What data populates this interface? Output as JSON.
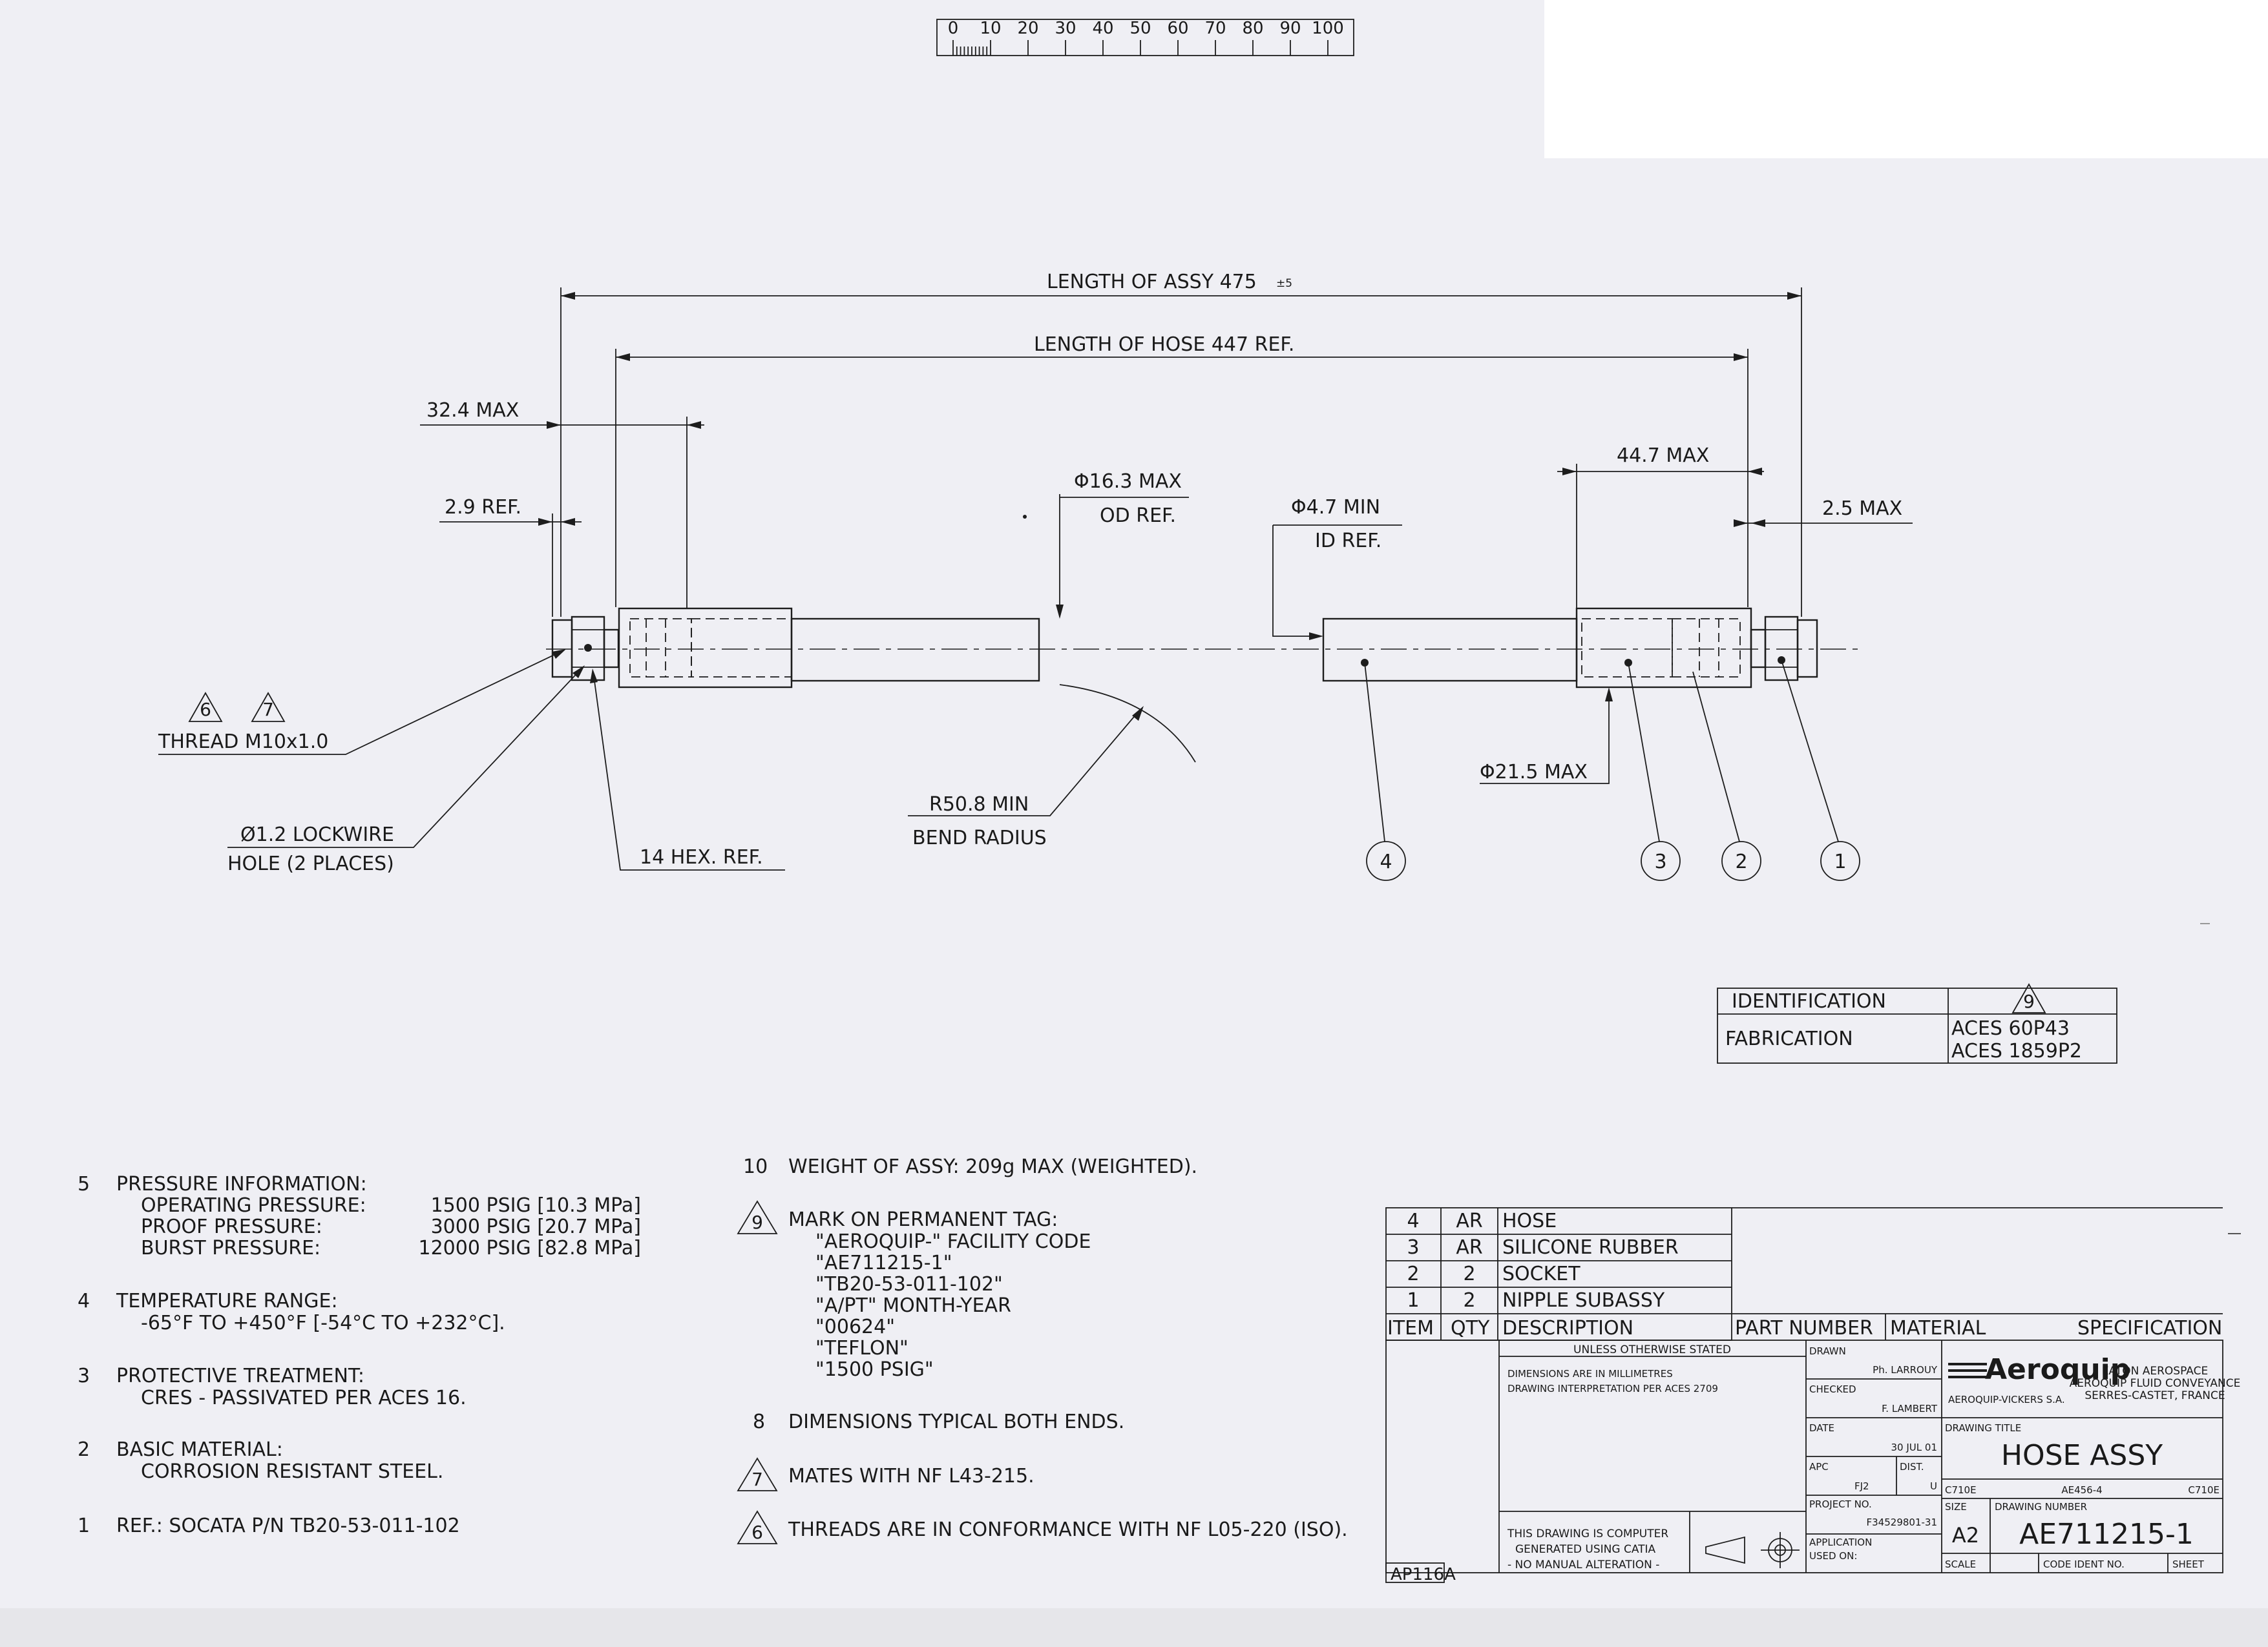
{
  "ruler": {
    "labels": [
      "0",
      "10",
      "20",
      "30",
      "40",
      "50",
      "60",
      "70",
      "80",
      "90",
      "100"
    ]
  },
  "dimensions": {
    "assy_length": "LENGTH OF ASSY 475",
    "assy_tol": "±5",
    "hose_length": "LENGTH OF HOSE 447 REF.",
    "left_socket_max": "32.4 MAX",
    "left_ref": "2.9 REF.",
    "od_max": "Φ16.3 MAX",
    "od_ref": "OD REF.",
    "id_min": "Φ4.7 MIN",
    "id_ref": "ID REF.",
    "right_socket_max": "44.7 MAX",
    "right_max": "2.5 MAX",
    "socket_dia": "Φ21.5 MAX",
    "bend_radius_1": "R50.8 MIN",
    "bend_radius_2": "BEND RADIUS",
    "thread": "THREAD M10x1.0",
    "lockwire_1": "Ø1.2 LOCKWIRE",
    "lockwire_2": "HOLE (2 PLACES)",
    "hex": "14 HEX. REF.",
    "flag_6": "6",
    "flag_7": "7"
  },
  "balloons": [
    "1",
    "2",
    "3",
    "4"
  ],
  "identification": {
    "row1_label": "IDENTIFICATION",
    "row1_flag": "9",
    "row2_label": "FABRICATION",
    "row2_value_1": "ACES 60P43",
    "row2_value_2": "ACES 1859P2"
  },
  "notes_left": {
    "n5_num": "5",
    "n5_title": "PRESSURE INFORMATION:",
    "n5_op_label": "OPERATING PRESSURE:",
    "n5_op_value": "1500 PSIG [10.3 MPa]",
    "n5_proof_label": "PROOF PRESSURE:",
    "n5_proof_value": "3000 PSIG [20.7 MPa]",
    "n5_burst_label": "BURST PRESSURE:",
    "n5_burst_value": "12000 PSIG [82.8 MPa]",
    "n4_num": "4",
    "n4_title": "TEMPERATURE RANGE:",
    "n4_value": "-65°F TO +450°F [-54°C TO +232°C].",
    "n3_num": "3",
    "n3_title": "PROTECTIVE TREATMENT:",
    "n3_value": "CRES - PASSIVATED PER ACES 16.",
    "n2_num": "2",
    "n2_title": "BASIC MATERIAL:",
    "n2_value": "CORROSION RESISTANT STEEL.",
    "n1_num": "1",
    "n1_value": "REF.: SOCATA P/N TB20-53-011-102"
  },
  "notes_mid": {
    "n10_num": "10",
    "n10_value": "WEIGHT OF ASSY: 209g MAX (WEIGHTED).",
    "n9_flag": "9",
    "n9_title": "MARK ON PERMANENT TAG:",
    "n9_lines": [
      "\"AEROQUIP-\" FACILITY CODE",
      "\"AE711215-1\"",
      "\"TB20-53-011-102\"",
      "\"A/PT\" MONTH-YEAR",
      "\"00624\"",
      "\"TEFLON\"",
      "\"1500 PSIG\""
    ],
    "n8_num": "8",
    "n8_value": "DIMENSIONS TYPICAL BOTH ENDS.",
    "n7_flag": "7",
    "n7_value": "MATES WITH NF L43-215.",
    "n6_flag": "6",
    "n6_value": "THREADS ARE IN CONFORMANCE WITH NF L05-220 (ISO)."
  },
  "parts_list": {
    "rows": [
      {
        "item": "4",
        "qty": "AR",
        "desc": "HOSE"
      },
      {
        "item": "3",
        "qty": "AR",
        "desc": "SILICONE RUBBER"
      },
      {
        "item": "2",
        "qty": "2",
        "desc": "SOCKET"
      },
      {
        "item": "1",
        "qty": "2",
        "desc": "NIPPLE SUBASSY"
      }
    ],
    "headers": [
      "ITEM",
      "QTY",
      "DESCRIPTION",
      "PART NUMBER",
      "MATERIAL",
      "SPECIFICATION"
    ]
  },
  "title_block": {
    "unless": "UNLESS OTHERWISE STATED",
    "dims_1": "DIMENSIONS ARE IN MILLIMETRES",
    "dims_2": "DRAWING INTERPRETATION PER ACES 2709",
    "catia_1": "THIS DRAWING IS COMPUTER",
    "catia_2": "GENERATED USING CATIA",
    "catia_3": "- NO MANUAL ALTERATION -",
    "drawn_label": "DRAWN",
    "drawn_value": "Ph. LARROUY",
    "checked_label": "CHECKED",
    "checked_value": "F. LAMBERT",
    "date_label": "DATE",
    "date_value": "30 JUL 01",
    "apc_label": "APC",
    "apc_value": "FJ2",
    "dist_label": "DIST.",
    "dist_value": "U",
    "project_label": "PROJECT NO.",
    "project_value": "F34529801-31",
    "application_label": "APPLICATION",
    "used_on_label": "USED ON:",
    "logo": "Aeroquip",
    "logo_sub": "AEROQUIP-VICKERS S.A.",
    "company_1": "EATON AEROSPACE",
    "company_2": "AEROQUIP FLUID CONVEYANCE",
    "company_3": "SERRES-CASTET, FRANCE",
    "title_label": "DRAWING TITLE",
    "title": "HOSE ASSY",
    "code_left": "C710E",
    "code_mid": "AE456-4",
    "code_right": "C710E",
    "size_label": "SIZE",
    "size_value": "A2",
    "dwg_label": "DRAWING NUMBER",
    "dwg_value": "AE711215-1",
    "scale_label": "SCALE",
    "code_ident_label": "CODE IDENT NO.",
    "sheet_label": "SHEET",
    "frame_ref": "AP116A"
  }
}
